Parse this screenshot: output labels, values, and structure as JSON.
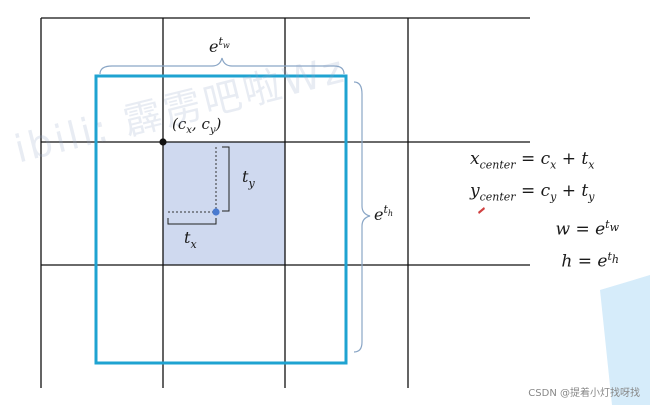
{
  "colors": {
    "grid": "#111111",
    "anchor_box": "#1fa3d1",
    "cell_fill": "#cfd9ef",
    "brace": "#8aa6c6",
    "center_dot": "#4a7bd0",
    "deco_blue": "#d6ecfa"
  },
  "labels": {
    "ew_base": "e",
    "ew_exp": "t",
    "ew_sub": "w",
    "eh_base": "e",
    "eh_exp": "t",
    "eh_sub": "h",
    "corner": "(c",
    "corner_x": "x",
    "corner_sep": ", c",
    "corner_y": "y",
    "corner_close": ")",
    "ty_base": "t",
    "ty_sub": "y",
    "tx_base": "t",
    "tx_sub": "x"
  },
  "equations": {
    "xc_lhs": "x",
    "xc_sub": "center",
    "xc_eq": " = c",
    "xc_sub2": "x",
    "xc_plus": " + t",
    "xc_sub3": "x",
    "yc_lhs": "y",
    "yc_sub": "center",
    "yc_eq": " = c",
    "yc_sub2": "y",
    "yc_plus": " + t",
    "yc_sub3": "y",
    "w_lhs": "w = e",
    "w_sup": "t",
    "w_supsub": "w",
    "h_lhs": "h = e",
    "h_sup": "t",
    "h_supsub": "h"
  },
  "watermark": "ibili: 霹雳吧啦Wz",
  "footer": "CSDN @提着小灯找呀找"
}
